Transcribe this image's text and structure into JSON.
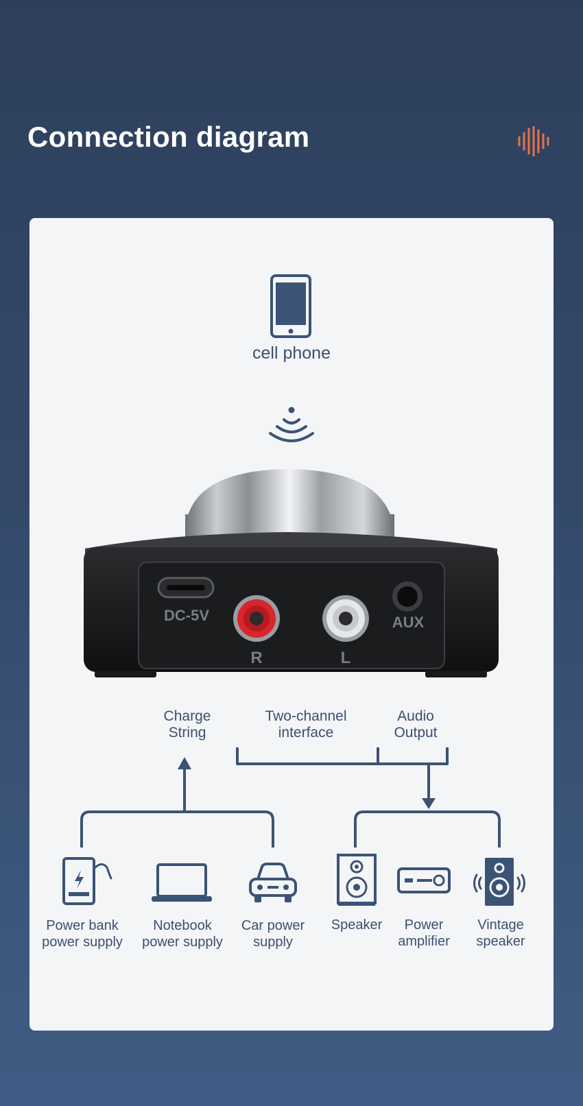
{
  "title": "Connection diagram",
  "top_device": {
    "label": "cell phone",
    "icon": "smartphone-icon"
  },
  "wireless_icon": "wireless-signal-icon",
  "device": {
    "ports": {
      "dc": "DC-5V",
      "right": "R",
      "left": "L",
      "aux": "AUX"
    }
  },
  "interfaces": [
    {
      "id": "charge",
      "text": "Charge\nString"
    },
    {
      "id": "two_channel",
      "text": "Two-channel\ninterface"
    },
    {
      "id": "audio_out",
      "text": "Audio\nOutput"
    }
  ],
  "power_sources": [
    {
      "label": "Power bank\npower supply",
      "icon": "power-bank-icon"
    },
    {
      "label": "Notebook\npower supply",
      "icon": "laptop-icon"
    },
    {
      "label": "Car power\nsupply",
      "icon": "car-icon"
    }
  ],
  "outputs": [
    {
      "label": "Speaker",
      "icon": "speaker-icon"
    },
    {
      "label": "Power\namplifier",
      "icon": "amplifier-icon"
    },
    {
      "label": "Vintage\nspeaker",
      "icon": "vintage-speaker-icon"
    }
  ],
  "colors": {
    "accent": "#e8734a",
    "line": "#3b5375",
    "text": "#3b4f6f",
    "rca_red": "#d7262c"
  }
}
